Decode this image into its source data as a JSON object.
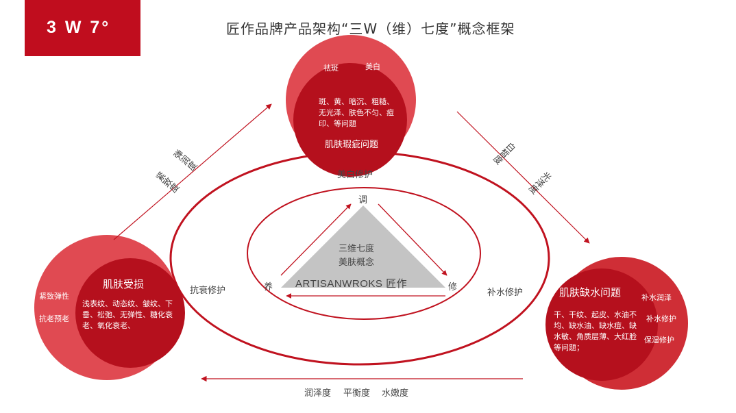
{
  "header": {
    "logo": "3 W 7°",
    "title": "匠作品牌产品架构“三W（维）七度”概念框架"
  },
  "colors": {
    "brand_red": "#c00d1e",
    "circle_outer": "#e04a52",
    "circle_inner": "#b5101d",
    "ellipse_stroke": "#c0121f"
  },
  "top_circle": {
    "tag_left": "祛斑",
    "tag_right": "美白",
    "issues": "斑、黄、暗沉、粗糙、无光泽、肤色不匀、痘印、等问题",
    "name": "肌肤瑕疵问题"
  },
  "left_circle": {
    "name": "肌肤受损",
    "tag_1": "紧致弹性",
    "tag_2": "抗老预老",
    "issues": "浅表纹、动态纹、皱纹、下垂、松弛、无弹性、糖化衰老、氧化衰老、"
  },
  "right_circle": {
    "name": "肌肤缺水问题",
    "tag_1": "补水润泽",
    "tag_2": "补水修护",
    "tag_3": "保湿修护",
    "issues": "干、干纹、起皮、水油不均、缺水油、缺水痘、缺水敏、角质层薄、大红脸等问题；"
  },
  "center": {
    "outer_label_top": "美白修护",
    "outer_label_left": "抗衰修护",
    "outer_label_right": "补水修护",
    "vertex_top": "调",
    "vertex_left": "养",
    "vertex_right": "修",
    "triangle_line_1": "三维七度",
    "triangle_line_2": "美肤概念",
    "triangle_brand": "ARTISANWROKS 匠作"
  },
  "arrows": {
    "left_a": "弹润度",
    "left_b": "紧致度",
    "right_a": "白皙度",
    "right_b": "光泽度",
    "bottom_1": "润泽度",
    "bottom_2": "平衡度",
    "bottom_3": "水嫩度"
  }
}
